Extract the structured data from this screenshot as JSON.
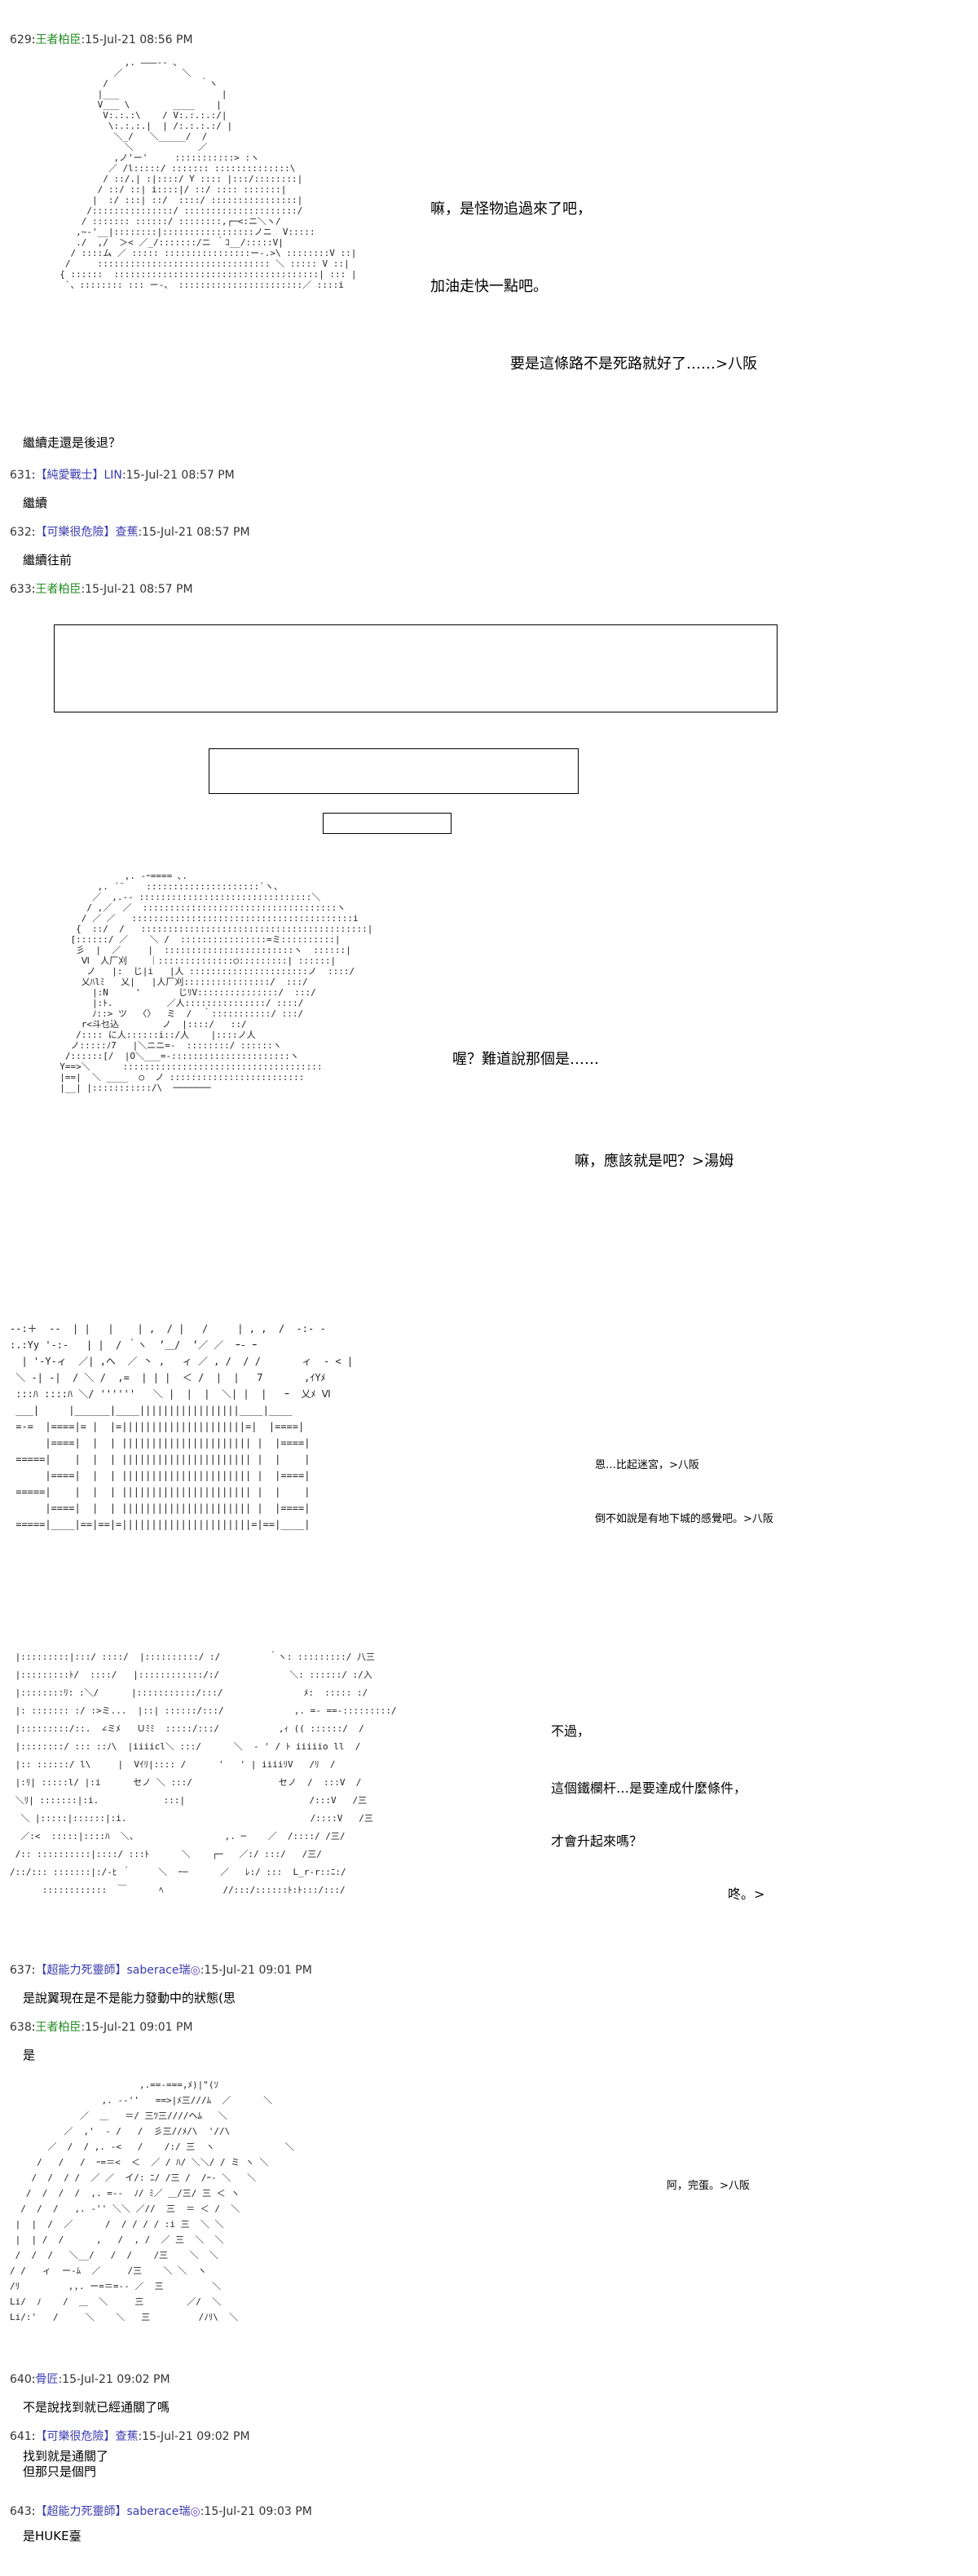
{
  "posts": [
    {
      "num": "629",
      "name": "王者柏臣",
      "date": ":15-Jul-21 08:56 PM",
      "body": "繼續走還是後退？"
    },
    {
      "num": "631",
      "name": "【純愛戰士】LIN",
      "date": ":15-Jul-21 08:57 PM",
      "body": "繼續"
    },
    {
      "num": "632",
      "name": "【可樂很危險】查蕉",
      "date": ":15-Jul-21 08:57 PM",
      "body": "繼續往前"
    },
    {
      "num": "633",
      "name": "王者柏臣",
      "date": ":15-Jul-21 08:57 PM"
    },
    {
      "num": "637",
      "name": "【超能力死靈師】saberace瑞",
      "trip": "◎",
      "date": ":15-Jul-21 09:01 PM",
      "body": "是說翼現在是不是能力發動中的狀態(思"
    },
    {
      "num": "638",
      "name": "王者柏臣",
      "date": ":15-Jul-21 09:01 PM",
      "body": "是"
    },
    {
      "num": "640",
      "name": "骨匠",
      "date": ":15-Jul-21 09:02 PM",
      "body": "不是說找到就已經通關了嗎"
    },
    {
      "num": "641",
      "name": "【可樂很危險】查蕉",
      "date": ":15-Jul-21 09:02 PM",
      "body": "找到就是通關了\n但那只是個門"
    },
    {
      "num": "643",
      "name": "【超能力死靈師】saberace瑞",
      "trip": "◎",
      "date": ":15-Jul-21 09:03 PM",
      "body": "是HUKE臺"
    }
  ],
  "dialogs": {
    "d1": "嘛，是怪物追過來了吧，",
    "d2": "加油走快一點吧。",
    "d3": "要是這條路不是死路就好了……>八阪",
    "d4": "喔？難道說那個是……",
    "d5": "嘛，應該就是吧？>湯姆",
    "d6": "恩…比起迷宮，>八阪",
    "d7": "倒不如說是有地下城的感覺吧。>八阪",
    "d8": "不過，",
    "d9": "這個鐵欄杆…是要達成什麼條件，",
    "d10": "才會升起來嗎？",
    "d11": "咚。>",
    "d12": "阿，完蛋。>八阪"
  },
  "art": {
    "a1": "              ,. ―――‐- 、\n            ／           ＼\n          /                 ｀ヽ\n         |___                   |\n         V___ \\        ____    |\n          V:.:.:\\    / V:.:.:.:/|\n           \\:.:.:.|  | /:.:.:.:/ |\n            ＼_/   ＼_____/  /\n              ＼            ／\n            ,ノ'ー'     :::::::::::> :ヽ\n           ／ /l:::::/ ::::::: ::::::::::::::\\\n          / ::/.| :|::::/ Y :::: |:::/::::::::|\n         / ::/ ::| i::::|/ ::/ :::: :::::::|\n        |  :/ :::| ::/  ::::/ ::::::::::::::::|\n       /:::::::::::::::/ :::::::::::::::::::::/\n      / ::::::: ::::::/ ::::::::,┌─<:ニ＼ヽ/\n     ,~‐'__|::::::::|:::::::::::::::::ノニ  V:::::\n     ./  ,/  ＞< ／_/:::::::/ニ ｀ｺ__/:::::V|\n    / ::::ム ／ ::::: ::::::::::::::::ー-.>\\ ::::::::V ::|\n   /     :::::::::::::::::::::::::::::::: ＼ ::::: V ::|\n  { ::::::  ::::::::::::::::::::::::::::::::::::::| ::: |\n   `、:::::::: ::: ー-、 :::::::::::::::::::::::／ ::::i",
    "a2": "              ,. -ｰ==== ､.\n         ,. ´¨    :::::::::::::::::::::`ヽ、\n        ／  ,.-‐ ::::::::::::::::::::::::::::::::＼\n       / ,／  ／  ::::::::::::::::::::::::::::::::::::ヽ\n      / ／ ／   :::::::::::::::::::::::::::::::::::::::::i\n     {  ::/  /   ::::::::::::::::::::::::::::::::::::::::::|\n    [::::::/ ／    ＼ /  ::::::::::::::::=ミ::::::::::|\n     彡  |  ／     |  ::::::::::::::::::::::::ヽ  ::::::|\n      Ⅵ  人厂刈    ｜::::::::::::::○:::::::::| ::::::|\n       ノ   |:  じ|i   |人 ::::::::::::::::::::::ノ  ::::/\n      乂ﾊlﾐ   乂|   |人厂刈::::::::::::::::/  :::/\n        |:N     '       じﾘV:::::::::::::::/  :::/\n        |:ﾄ.          ／人:::::::::::::::/ ::::/\n        ﾉ::> ツ  〈〉  ミ  /  ｀:::::::::::/ :::/\n      r<斗乜込        ノ  |::::/   ::/\n     /:::: に人::::::i::/人    |::::ノ人\n    ノ:::::ﾉ7   |＼ニニ=-  ::::::::/ ::::::ヽ\n   /::::::[/  |O＼___=-::::::::::::::::::::::ヽ\n  Y==>＼      :::::::::::::::::::::::::::::::::::::\n  |==|  ＼ ____  ○  ノ :::::::::::::::::::::::::\n  |__| |:::::::::::/\\  ───────",
    "a3": "‐-:＋  ‐‐  | |   |    | ,  / |   /     | , ,  /  ‐:‐ ‐\n:.:Yy '‐:-   | |  / ｀ヽ  ’＿/  ’／ ／  ｰ‐ ｰ\n  | '‐Y‐ィ  ／| ,へ  ／ 丶 ,   ィ ／ , /  / /       ィ  ‐ < |\n ＼ ‐| ‐|  / ＼ /  ,=  | | |  ＜ /  |  |   7       ,ｲYﾒ\n :::ﾊ ::::ﾊ ＼/ ''''''   ＼ |  |  |  ＼| |  |   ｰ  乂ﾒ Ⅵ\n ___|     |______|____|||||||||||||||||____|____\n =-=  |====|= |  |=|||||||||||||||||||||=|  |====|\n      |====|  |  | |||||||||||||||||||||| |  |====|\n =====|    |  |  | |||||||||||||||||||||| |  |    |\n      |====|  |  | |||||||||||||||||||||| |  |====|\n =====|    |  |  | |||||||||||||||||||||| |  |    |\n      |====|  |  | |||||||||||||||||||||| |  |====|\n =====|____|==|==|=||||||||||||||||||||||=|==|____|",
    "a4": " |:::::::::|:::/ ::::/  |::::::::::/ :/         ｀ヽ: :::::::::/ 八三\n |:::::::::ﾄ/  ::::/   |::::::::::::/:/             ＼: ::::::/ :/入\n |::::::::ﾘ: :＼/      |:::::::::::/:::/               ﾒ:  ::::: :/\n |: ::::::: :/ :>ミ...  |::| ::::::/:::/             ,. =- ==-:::::::::/\n |:::::::::/::.  ∠ミﾒ   Ｕﾐﾐ  :::::/:::/           ,ｨ (( ::::::/  /\n |::::::::/ ::: ::ﾉ\\  |iiiicl＼ :::/      ＼  - ' / ﾄ iiiiio ll  /\n |:: ::::::/ l\\     |  Vｲﾘ|:::: /      '   ' | iiiiﾘV   /ﾘ  /\n |:ﾘ| :::::l/ |:i      セノ ＼ :::/                セノ  /  :::V  /\n ＼ﾘ| :::::::|:i.            :::|                       /:::V   /三\n  ＼ |:::::|::::::|:i.                                  /::::V   /三\n  ／:<  :::::|::::ﾊ  ＼、                ,. ─    ／  /::::/ /三/\n /:: ::::::::::|::::/ :::ﾄ      ＼    ┌─   ／:/ :::/   /三/\n/::/::: :::::::|:/-ﾋ ｀     ＼  ｰ─      ／   ﾚ:/ :::  L_r-r::ﾆ:/\n      ::::::::::::  ￣      ﾍ           //:::/::::::ﾄ:ﾄ:::/:::/",
    "a5": "                        ,.==-===,ﾒ)|\"(ｿ\n                 ,. -‐''   ==>|ﾒ三///ﾑ  ／      ＼\n             ／  ＿   ＝/ 三ﾂ三////ヘﾑ   ＼\n          ／  ,'  ‐ /   /  彡三//ﾒ/\\  '//\\\n       ／  /  / ,. -<   /    /:/ 三  ヽ             ＼\n     /   /   /  ｰ=＝<  ＜  ／ / ﾊ/ ＼＼/ / ミ ヽ ＼\n    /  /  / /  ／ ／  イ/: ﾆ/ /三 /  /ｰ- ＼   ＼\n   /  /  /  /  ,. =-‐  ﾉ/ ﾐ／ ＿/三/ 三 ＜ ヽ\n  /  /  /   ,. -'' ＼＼ ／//  三  ＝ ＜ /  ＼\n |  |  /  ／      /  / / / / :i 三  ＼ ＼\n |  | /  /      ,   /  , /  ／ 三  ＼  ＼\n /  /  /   ＼__/   /  /    /三    ＼  ＼\n/ /   ィ  ー-ﾑ  ／     /三    ＼ ＼  ヽ\n/ﾘ         ,,. ー=＝=-‐ ／  三         ＼\nLi/  ﾉ    /  ＿  ＼     三        ／/  ＼\nLi/:'   /     ＼    ＼   三         /ﾉﾘ\\  ＼"
  }
}
